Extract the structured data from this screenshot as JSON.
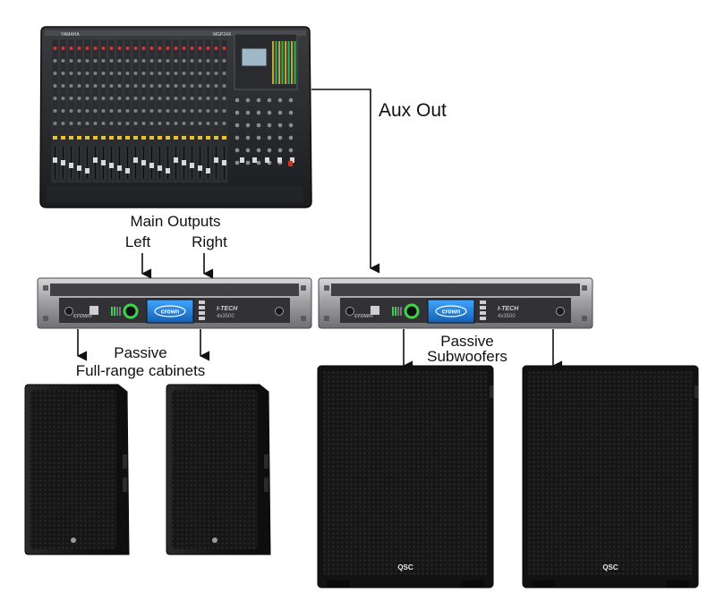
{
  "labels": {
    "aux_out": "Aux Out",
    "main_outputs": "Main Outputs",
    "left": "Left",
    "right": "Right",
    "passive_fullrange_line1": "Passive",
    "passive_fullrange_line2": "Full-range cabinets",
    "passive_sub_line1": "Passive",
    "passive_sub_line2": "Subwoofers"
  },
  "devices": {
    "mixer_brand": "YAMAHA",
    "mixer_model": "MGP24X",
    "amp_brand": "crown",
    "amp_series": "I-TECH",
    "amp_model": "4x3500",
    "sub_brand": "QSC"
  },
  "colors": {
    "line": "#111111",
    "device_dark": "#1c1c1e",
    "metal": "#8e8e92",
    "amp_screen": "#1e7fd6",
    "amp_knob": "#39d64a",
    "fader_yellow": "#e8c42a"
  }
}
